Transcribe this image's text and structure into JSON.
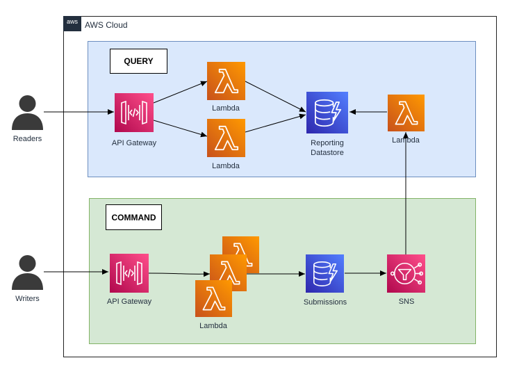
{
  "diagram": {
    "cloud_label": "AWS Cloud",
    "aws_badge": "aws",
    "query": {
      "title": "QUERY",
      "api_gateway_label": "API Gateway",
      "lambda_top_label": "Lambda",
      "lambda_bottom_label": "Lambda",
      "datastore_label_line1": "Reporting",
      "datastore_label_line2": "Datastore",
      "lambda_right_label": "Lambda"
    },
    "command": {
      "title": "COMMAND",
      "api_gateway_label": "API Gateway",
      "lambda_label": "Lambda",
      "submissions_label": "Submissions",
      "sns_label": "SNS"
    },
    "actors": {
      "readers_label": "Readers",
      "writers_label": "Writers"
    }
  },
  "colors": {
    "lambda": "#ed7100",
    "lambda_light": "#f78e04",
    "api_gateway": "#e7157b",
    "dynamodb": "#3334b9",
    "sns": "#e7157b",
    "query_fill": "#dae8fc",
    "command_fill": "#d5e8d4",
    "actor": "#3a3a3a"
  }
}
